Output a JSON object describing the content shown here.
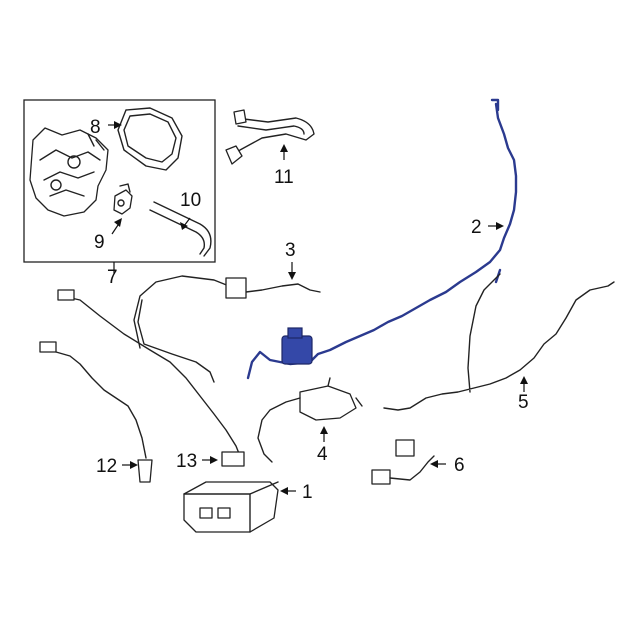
{
  "diagram": {
    "callouts": [
      {
        "id": "1",
        "text": "1"
      },
      {
        "id": "2",
        "text": "2"
      },
      {
        "id": "3",
        "text": "3"
      },
      {
        "id": "4",
        "text": "4"
      },
      {
        "id": "5",
        "text": "5"
      },
      {
        "id": "6",
        "text": "6"
      },
      {
        "id": "7",
        "text": "7"
      },
      {
        "id": "8",
        "text": "8"
      },
      {
        "id": "9",
        "text": "9"
      },
      {
        "id": "10",
        "text": "10"
      },
      {
        "id": "11",
        "text": "11"
      },
      {
        "id": "12",
        "text": "12"
      },
      {
        "id": "13",
        "text": "13"
      }
    ],
    "highlight_color": "#2b3a8f",
    "line_color": "#222222"
  }
}
